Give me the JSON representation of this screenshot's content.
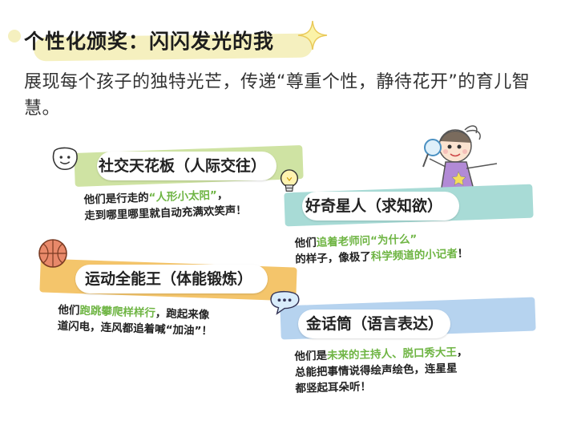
{
  "header": {
    "title": "个性化颁奖：闪闪发光的我",
    "subtitle": "展现每个孩子的独特光芒，传递“尊重个性，静待花开”的育儿智慧。"
  },
  "colors": {
    "green_band": "#cfe3a3",
    "teal_band": "#a8dbd6",
    "orange_band": "#f4c56b",
    "blue_band": "#b6d3ef",
    "highlight": "#6fb544",
    "title_highlight": "#f5f0bf"
  },
  "awards": [
    {
      "label": "社交天花板（人际交往）",
      "icon": "smiley-face-icon",
      "desc_lines": [
        [
          {
            "t": "他们是行走的",
            "h": false
          },
          {
            "t": "“人形小太阳”",
            "h": true
          },
          {
            "t": "，",
            "h": false
          }
        ],
        [
          {
            "t": "走到哪里哪里就自动充满欢笑声！",
            "h": false
          }
        ]
      ]
    },
    {
      "label": "好奇星人（求知欲）",
      "icon": "lightbulb-icon",
      "desc_lines": [
        [
          {
            "t": "他们",
            "h": false
          },
          {
            "t": "追着老师问",
            "h": true
          },
          {
            "t": "“为什么”",
            "h": true
          }
        ],
        [
          {
            "t": "的样子，像极了",
            "h": false
          },
          {
            "t": "科学频道的小记者",
            "h": true
          },
          {
            "t": "！",
            "h": false
          }
        ]
      ]
    },
    {
      "label": "运动全能王（体能锻炼）",
      "icon": "basketball-icon",
      "desc_lines": [
        [
          {
            "t": "他们",
            "h": false
          },
          {
            "t": "跑跳攀爬样样行",
            "h": true
          },
          {
            "t": "，跑起来像",
            "h": false
          }
        ],
        [
          {
            "t": "道闪电，连风都追着喊“加油”！",
            "h": false
          }
        ]
      ]
    },
    {
      "label": "金话筒（语言表达）",
      "icon": "speech-bubble-icon",
      "desc_lines": [
        [
          {
            "t": "他们是",
            "h": false
          },
          {
            "t": "未来的主持人、脱口秀大王",
            "h": true
          },
          {
            "t": "，",
            "h": false
          }
        ],
        [
          {
            "t": "总能把事情说得绘声绘色，连星星",
            "h": false
          }
        ],
        [
          {
            "t": "都竖起耳朵听！",
            "h": false
          }
        ]
      ]
    }
  ]
}
